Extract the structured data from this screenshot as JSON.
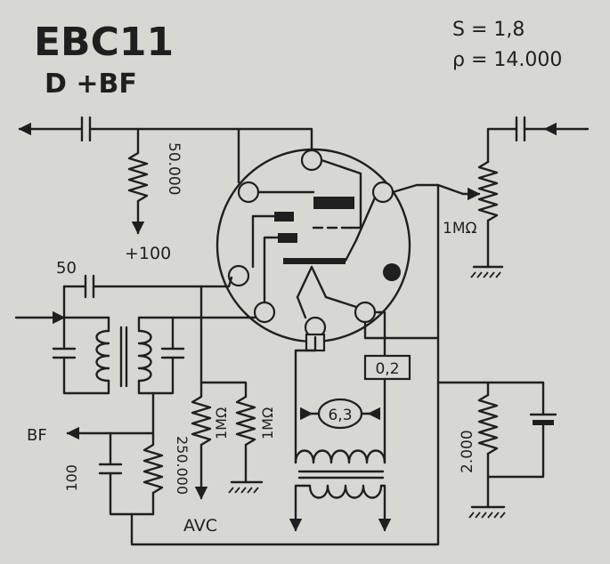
{
  "title": "EBC11",
  "subtitle": "D +BF",
  "params": {
    "s": "S = 1,8",
    "rho": "ρ = 14.000"
  },
  "labels": {
    "r_anode": "50.000",
    "supply": "+100",
    "c_grid": "50",
    "r_volume": "1MΩ",
    "bf_out": "BF",
    "c_bf": "100",
    "r_diode_load": "250.000",
    "r_avc1": "1MΩ",
    "r_avc2": "1MΩ",
    "avc": "AVC",
    "filament_v": "6,3",
    "filament_i": "0,2",
    "r_cathode": "2.000"
  },
  "colors": {
    "ink": "#1f1f1f",
    "paper": "#d8d8d3"
  }
}
